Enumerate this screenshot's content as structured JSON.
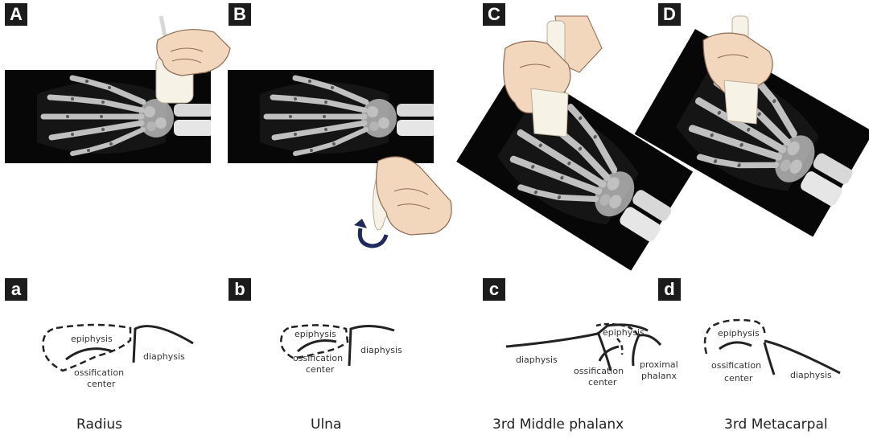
{
  "panels_top": [
    {
      "letter": "A"
    },
    {
      "letter": "B"
    },
    {
      "letter": "C"
    },
    {
      "letter": "D"
    }
  ],
  "panels_bottom": [
    {
      "letter": "a",
      "caption": "Radius",
      "labels": [
        "epiphysis",
        "diaphysis",
        "ossification",
        "center"
      ]
    },
    {
      "letter": "b",
      "caption": "Ulna",
      "labels": [
        "epiphysis",
        "diaphysis",
        "ossification",
        "center"
      ]
    },
    {
      "letter": "c",
      "caption": "3rd  Middle phalanx",
      "labels": [
        "epiphysis",
        "diaphysis",
        "ossification",
        "center",
        "proximal",
        "phalanx"
      ]
    },
    {
      "letter": "d",
      "caption": "3rd  Metacarpal",
      "labels": [
        "epiphysis",
        "ossification",
        "center",
        "diaphysis"
      ]
    }
  ],
  "colors": {
    "skin": "#f3d7bd",
    "skin_outline": "#8a6a52",
    "cloth": "#f7f2e6",
    "arrow": "#1f2a5c",
    "letter_bg": "#1c1c1c"
  }
}
